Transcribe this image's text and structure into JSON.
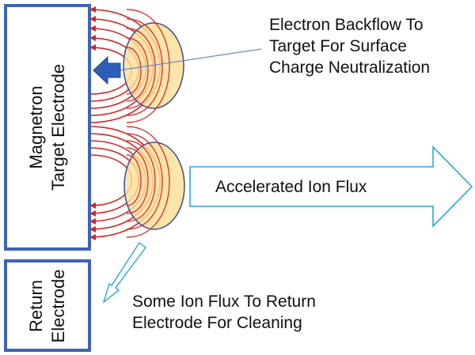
{
  "target_electrode": {
    "line1": "Magnetron",
    "line2": "Target Electrode"
  },
  "return_electrode": {
    "line1": "Return",
    "line2": "Electrode"
  },
  "callout_backflow": {
    "line1": "Electron Backflow To",
    "line2": "Target For Surface",
    "line3": "Charge Neutralization"
  },
  "ion_flux_label": "Accelerated Ion Flux",
  "callout_cleaning": {
    "line1": "Some Ion Flux To Return",
    "line2": "Electrode For Cleaning"
  },
  "colors": {
    "electrode_border": "#3f63b5",
    "field_line": "#d62424",
    "arrowhead": "#d62424",
    "plasma_fill": "#fbdf99",
    "plasma_stroke": "#3c4f8a",
    "backflow_arrow": "#2e5fb8",
    "ion_flux_outline": "#2aa6d6",
    "leader_line": "#6a8cc2"
  }
}
